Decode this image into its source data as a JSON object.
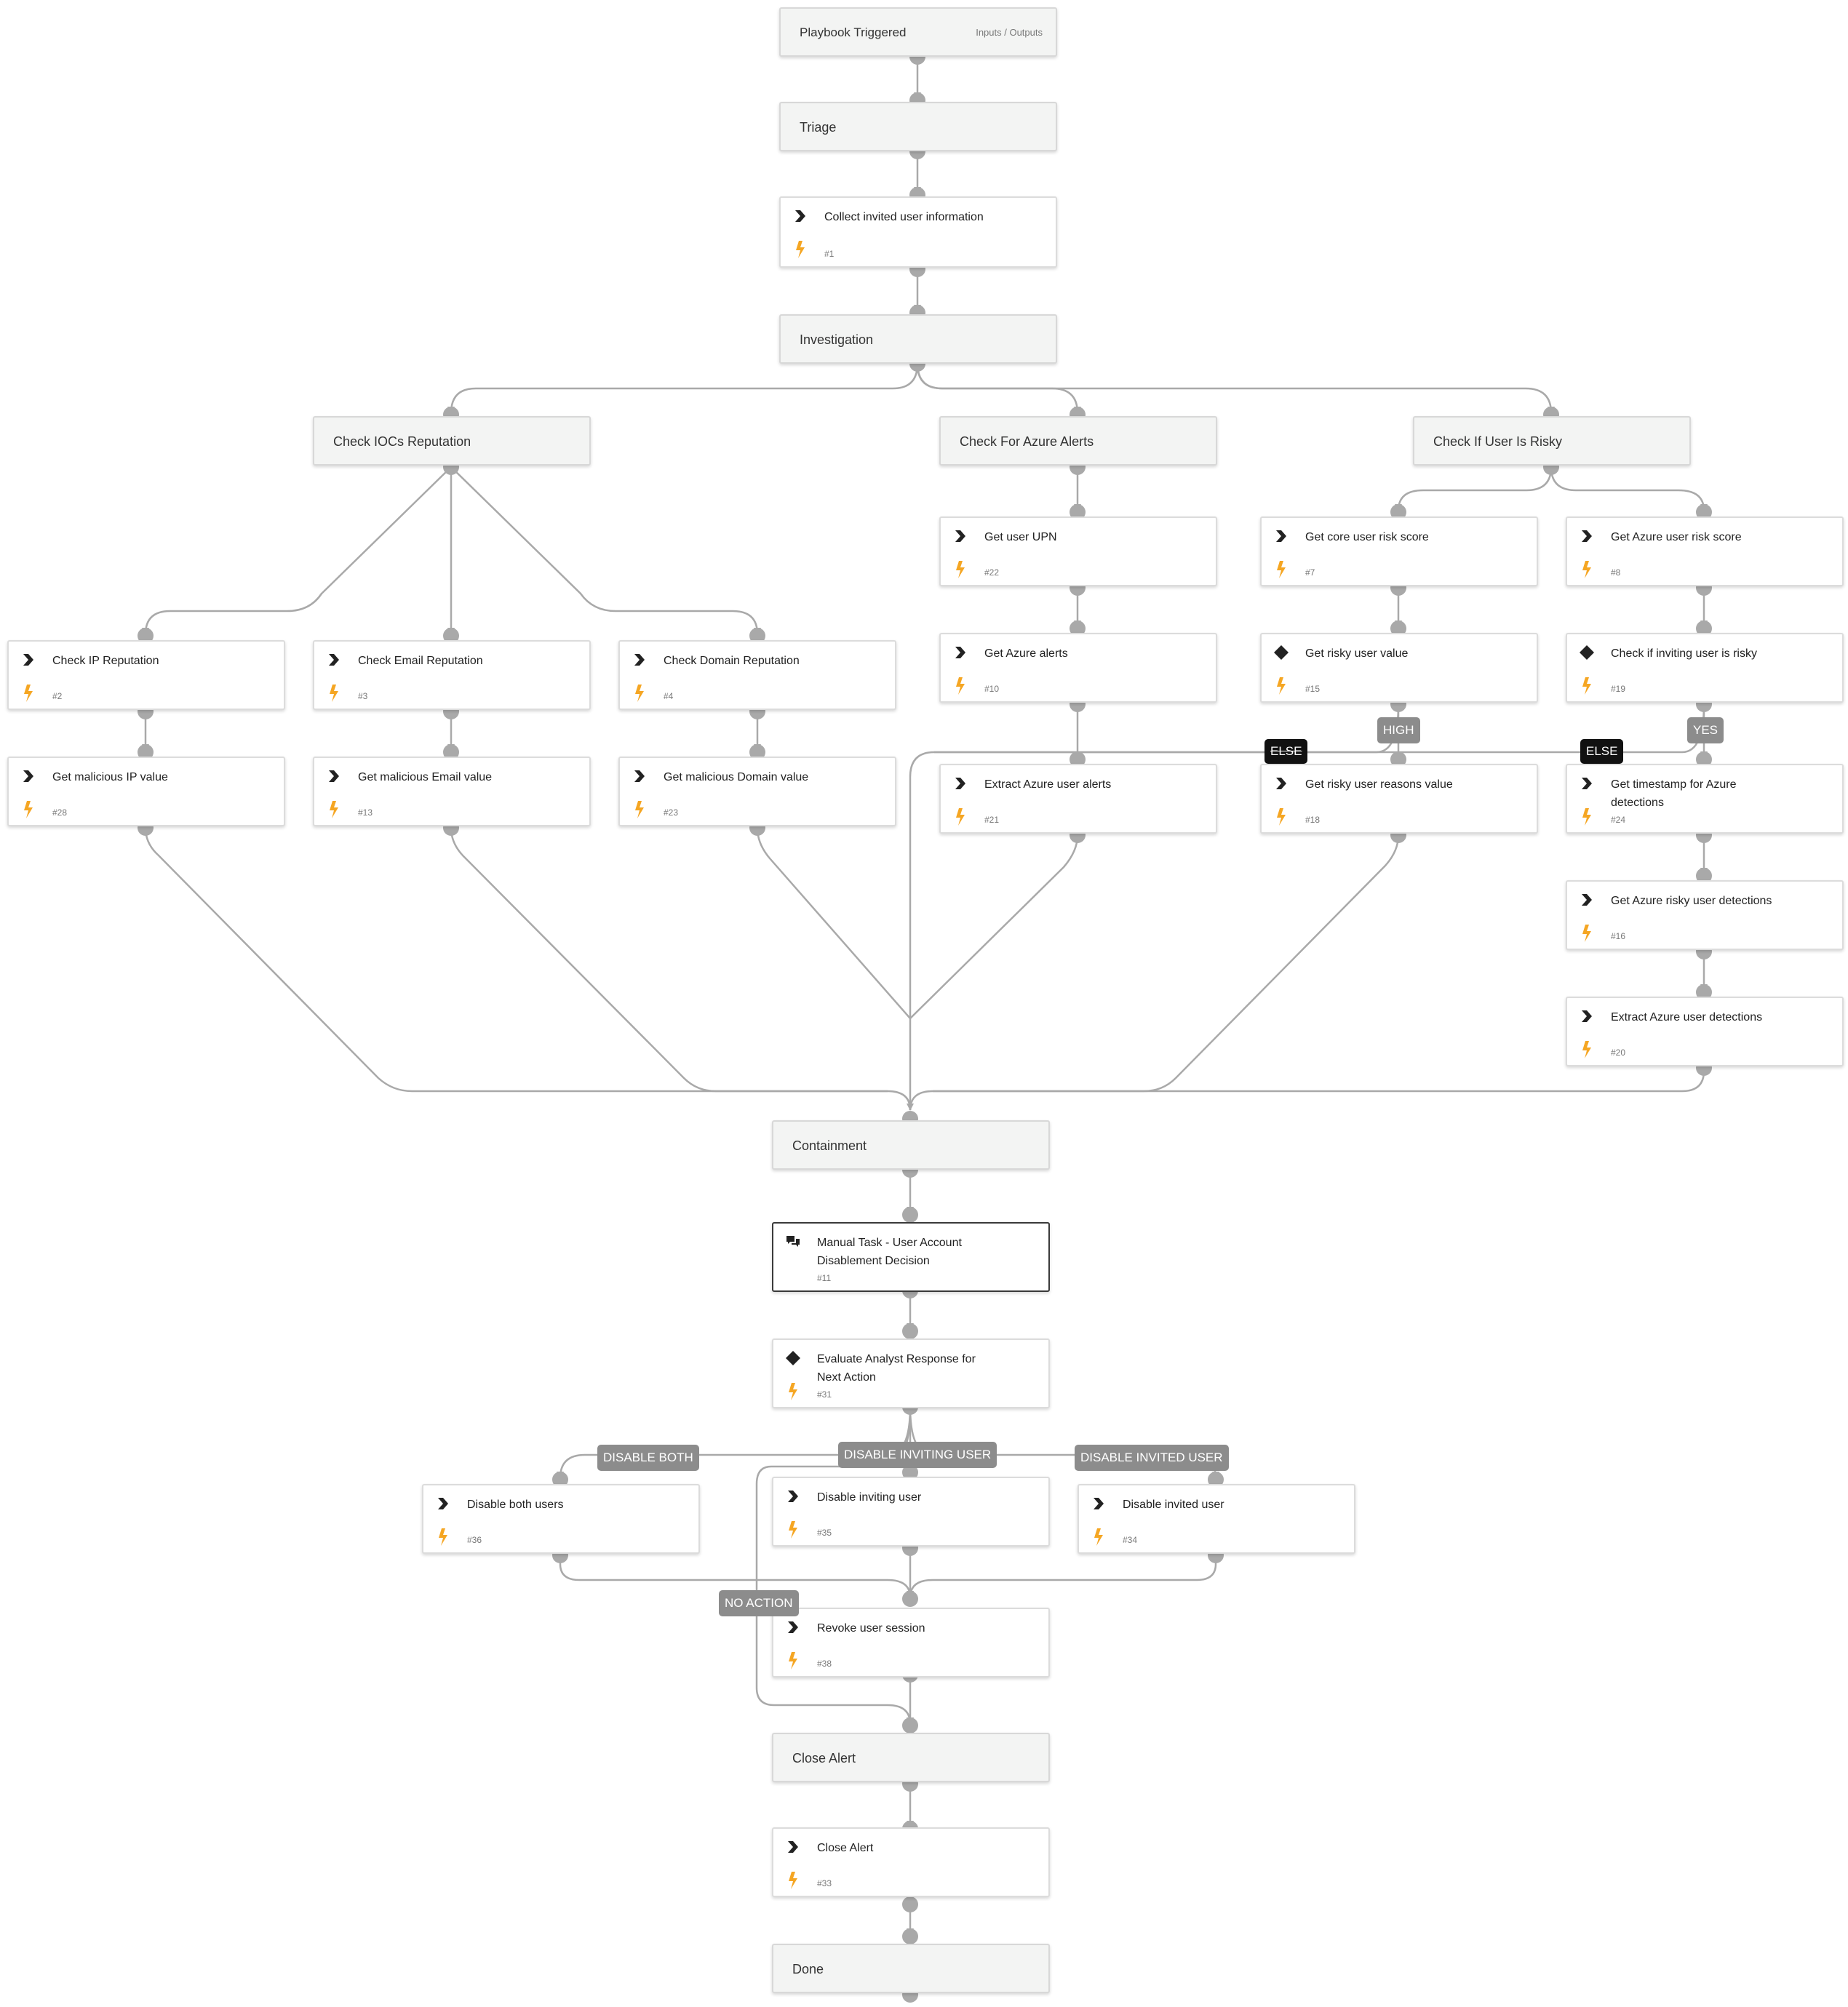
{
  "playbook": {
    "trigger": {
      "title": "Playbook Triggered",
      "io_link": "Inputs / Outputs"
    },
    "sections": {
      "triage": "Triage",
      "investigation": "Investigation",
      "check_iocs": "Check IOCs Reputation",
      "check_azure": "Check For Azure Alerts",
      "check_risky": "Check If User Is Risky",
      "containment": "Containment",
      "close_alert": "Close Alert",
      "done": "Done"
    },
    "tasks": {
      "t1": {
        "title": "Collect invited user information",
        "id": "#1"
      },
      "t2": {
        "title": "Check IP Reputation",
        "id": "#2"
      },
      "t3": {
        "title": "Check Email Reputation",
        "id": "#3"
      },
      "t4": {
        "title": "Check Domain Reputation",
        "id": "#4"
      },
      "t28": {
        "title": "Get malicious IP value",
        "id": "#28"
      },
      "t13": {
        "title": "Get malicious Email value",
        "id": "#13"
      },
      "t23": {
        "title": "Get malicious Domain value",
        "id": "#23"
      },
      "t22": {
        "title": "Get user UPN",
        "id": "#22"
      },
      "t10": {
        "title": "Get Azure alerts",
        "id": "#10"
      },
      "t21": {
        "title": "Extract Azure user alerts",
        "id": "#21"
      },
      "t7": {
        "title": "Get core user risk score",
        "id": "#7"
      },
      "t15": {
        "title": "Get risky user value",
        "id": "#15"
      },
      "t18": {
        "title": "Get risky user reasons value",
        "id": "#18"
      },
      "t8": {
        "title": "Get Azure user risk score",
        "id": "#8"
      },
      "t19": {
        "title": "Check if inviting user is risky",
        "id": "#19"
      },
      "t24": {
        "title": "Get timestamp for Azure detections",
        "id": "#24"
      },
      "t16": {
        "title": "Get Azure risky user detections",
        "id": "#16"
      },
      "t20": {
        "title": "Extract Azure user detections",
        "id": "#20"
      },
      "t11": {
        "title": "Manual Task - User Account Disablement Decision",
        "id": "#11"
      },
      "t31": {
        "title": "Evaluate Analyst Response for Next Action",
        "id": "#31"
      },
      "t36": {
        "title": "Disable both users",
        "id": "#36"
      },
      "t35": {
        "title": "Disable inviting user",
        "id": "#35"
      },
      "t34": {
        "title": "Disable invited user",
        "id": "#34"
      },
      "t38": {
        "title": "Revoke user session",
        "id": "#38"
      },
      "t33": {
        "title": "Close Alert",
        "id": "#33"
      }
    },
    "conditions": {
      "high": "HIGH",
      "else_risky": "ELSE",
      "yes": "YES",
      "else_inviting": "ELSE",
      "disable_both": "DISABLE BOTH",
      "disable_inviting": "DISABLE INVITING USER",
      "disable_invited": "DISABLE INVITED USER",
      "no_action": "NO ACTION"
    },
    "icons": {
      "task": "chevron-right-icon",
      "conditional": "diamond-icon",
      "manual": "chat-bubbles-icon",
      "automation": "lightning-bolt-icon"
    },
    "colors": {
      "connector": "#a9a9a9",
      "automation_bolt": "#f5a623",
      "condition_label": "#8c8c8c",
      "else_label": "#111111"
    }
  }
}
